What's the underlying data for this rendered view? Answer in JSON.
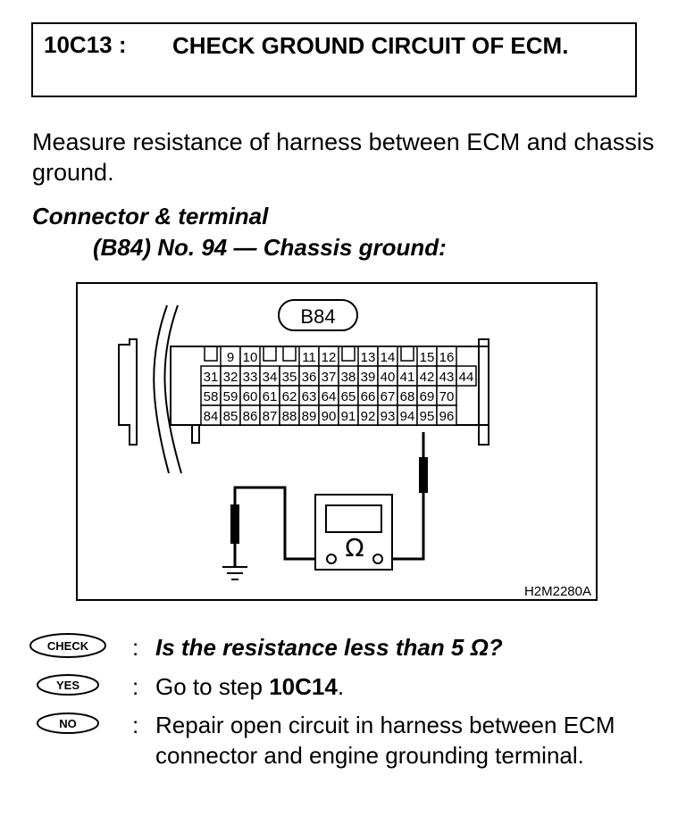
{
  "step": {
    "code": "10C13 :",
    "title": "CHECK GROUND CIRCUIT OF ECM."
  },
  "instruction": "Measure resistance of harness between ECM and chassis ground.",
  "connector": {
    "heading": "Connector & terminal",
    "detail": "(B84) No. 94 — Chassis ground:"
  },
  "diagram": {
    "connector_label": "B84",
    "figure_id": "H2M2280A",
    "meter_symbol": "Ω",
    "top_row": [
      "9",
      "10",
      "11",
      "12",
      "13",
      "14",
      "15",
      "16"
    ],
    "row2": [
      "31",
      "32",
      "33",
      "34",
      "35",
      "36",
      "37",
      "38",
      "39",
      "40",
      "41",
      "42",
      "43",
      "44"
    ],
    "row3": [
      "58",
      "59",
      "60",
      "61",
      "62",
      "63",
      "64",
      "65",
      "66",
      "67",
      "68",
      "69",
      "70"
    ],
    "row4": [
      "84",
      "85",
      "86",
      "87",
      "88",
      "89",
      "90",
      "91",
      "92",
      "93",
      "94",
      "95",
      "96"
    ]
  },
  "check": {
    "badge": "CHECK",
    "question": "Is the resistance less than 5 Ω?"
  },
  "yes": {
    "badge": "YES",
    "text_prefix": "Go to step ",
    "step_ref": "10C14",
    "text_suffix": "."
  },
  "no": {
    "badge": "NO",
    "text": "Repair open circuit in harness between ECM connector and engine grounding terminal."
  },
  "colon": ":"
}
